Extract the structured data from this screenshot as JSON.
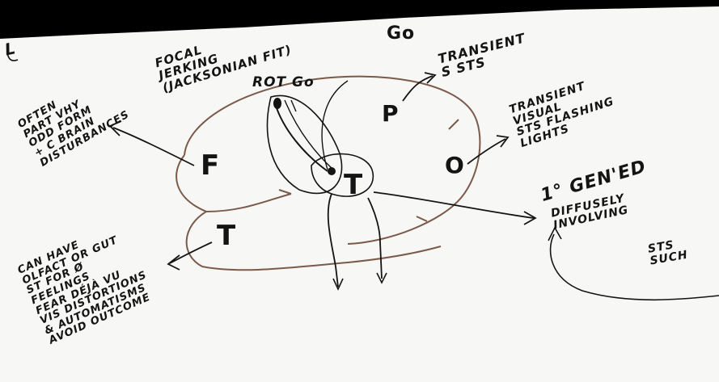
{
  "labels": {
    "partial_top_left": "L",
    "g_top": "Go",
    "often_part": "OFTEN\nPART VHY\nODD FORM\n+ C BRAIN\nDISTURBANCES",
    "focal_jerking": "FOCAL\nJERKING\n(JACKSONIAN FIT)",
    "rot_g": "ROT Go",
    "transient_sts": "TRANSIENT\nS STS",
    "transient_visual": "TRANSIENT\nVISUAL\nSTS FLASHING\nLIGHTS",
    "lobe_f": "F",
    "lobe_p": "P",
    "lobe_o": "O",
    "lobe_t_centre": "T",
    "lobe_t_lower": "T",
    "primary_gen": "1° GEN'ED",
    "diffusely": "DIFFUSELY\nINVOLVING",
    "sts_such": "STS\nSUCH",
    "temporal_notes": "CAN HAVE\nOLFACT OR GUT\nST FOR Ø\nFEELINGS\nFEAR DÉJÀ VU\nVIS DISTORTIONS\n& AUTOMATISMS\nAVOID OUTCOME"
  },
  "colors": {
    "ink": "#141414",
    "brown": "#7a5a4a",
    "paper": "#f7f7f5"
  }
}
